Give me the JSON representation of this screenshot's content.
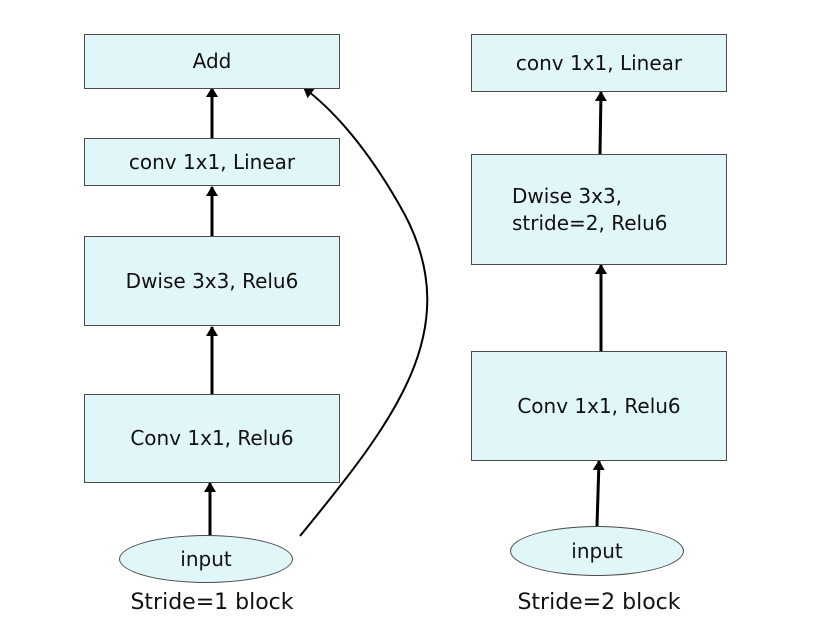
{
  "left_block": {
    "caption": "Stride=1 block",
    "add_label": "Add",
    "conv_linear_label": "conv 1x1, Linear",
    "dwise_label": "Dwise 3x3, Relu6",
    "conv_relu_label": "Conv 1x1, Relu6",
    "input_label": "input"
  },
  "right_block": {
    "caption": "Stride=2 block",
    "conv_linear_label": "conv 1x1, Linear",
    "dwise_label_line1": "Dwise 3x3,",
    "dwise_label_line2": "stride=2, Relu6",
    "conv_relu_label": "Conv 1x1, Relu6",
    "input_label": "input"
  },
  "colors": {
    "node_fill": "#e1f6f8",
    "border": "#4a4a4a",
    "arrow": "#000000"
  }
}
